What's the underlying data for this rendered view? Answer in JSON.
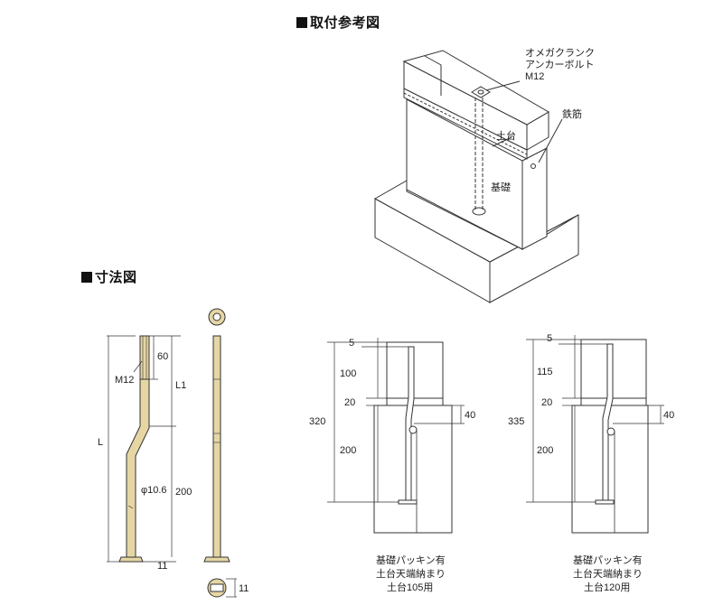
{
  "sections": {
    "installation_title": "取付参考図",
    "dimension_title": "寸法図"
  },
  "installation": {
    "bolt_label_line1": "オメガクランク",
    "bolt_label_line2": "アンカーボルト",
    "bolt_label_line3": "M12",
    "rebar_label": "鉄筋",
    "sill_label": "土台",
    "foundation_label": "基礎"
  },
  "bolt_drawing": {
    "thread_length": "60",
    "thread_spec": "M12",
    "upper_length_label": "L1",
    "total_length_label": "L",
    "diameter_label": "φ10.6",
    "lower_length": "200",
    "head_size": "11",
    "head_bottom_size": "11"
  },
  "section_105": {
    "top_gap": "5",
    "upper": "100",
    "gasket": "20",
    "lower": "200",
    "total": "320",
    "offset": "40",
    "caption_line1": "基礎パッキン有",
    "caption_line2": "土台天端納まり",
    "caption_line3": "土台105用"
  },
  "section_120": {
    "top_gap": "5",
    "upper": "115",
    "gasket": "20",
    "lower": "200",
    "total": "335",
    "offset": "40",
    "caption_line1": "基礎パッキン有",
    "caption_line2": "土台天端納まり",
    "caption_line3": "土台120用"
  },
  "colors": {
    "bolt_fill": "#e6d6a4",
    "line": "#333333"
  }
}
